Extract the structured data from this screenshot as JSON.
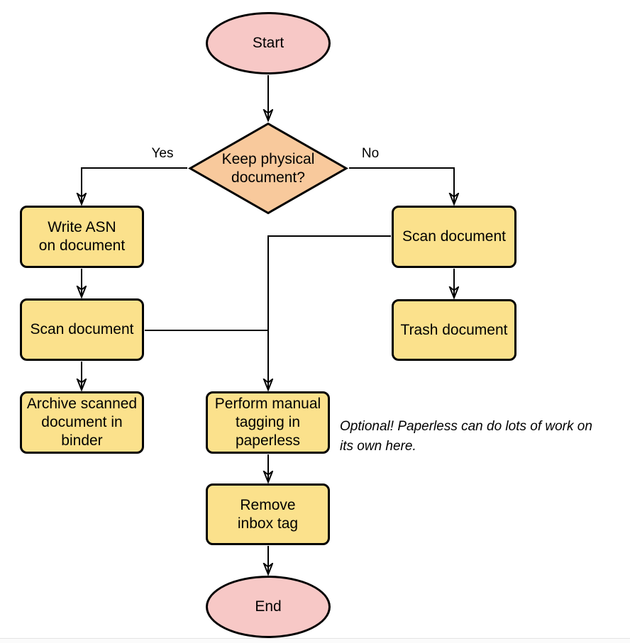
{
  "colors": {
    "terminal-fill": "#F7C8C6",
    "decision-fill": "#F8C99C",
    "process-fill": "#FBE18C",
    "stroke": "#000000"
  },
  "nodes": {
    "start": {
      "type": "terminal",
      "label": "Start"
    },
    "decision": {
      "type": "decision",
      "label": "Keep physical\ndocument?"
    },
    "write_asn": {
      "type": "process",
      "label": "Write ASN\non document"
    },
    "scan_left": {
      "type": "process",
      "label": "Scan document"
    },
    "archive": {
      "type": "process",
      "label": "Archive scanned\ndocument in\nbinder"
    },
    "scan_right": {
      "type": "process",
      "label": "Scan document"
    },
    "trash": {
      "type": "process",
      "label": "Trash document"
    },
    "perform_tagging": {
      "type": "process",
      "label": "Perform manual\ntagging in\npaperless"
    },
    "remove_inbox": {
      "type": "process",
      "label": "Remove\ninbox tag"
    },
    "end": {
      "type": "terminal",
      "label": "End"
    }
  },
  "edge_labels": {
    "yes": "Yes",
    "no": "No"
  },
  "note": {
    "text": "Optional! Paperless can do lots of work on\nits own here."
  }
}
